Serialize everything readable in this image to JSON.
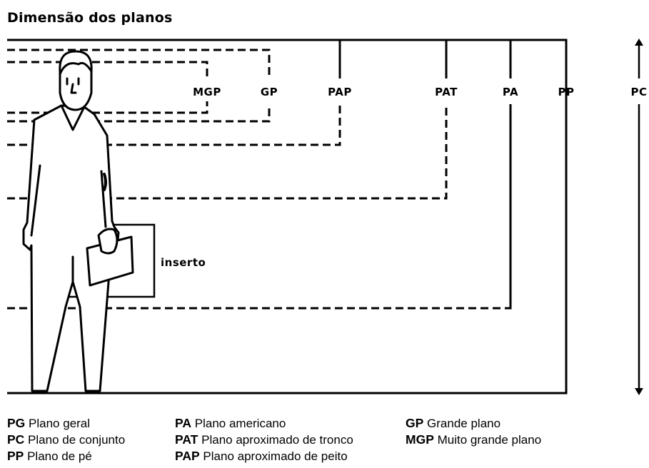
{
  "title": "Dimensão dos planos",
  "shot_labels": {
    "mgp": "MGP",
    "gp": "GP",
    "pap": "PAP",
    "pat": "PAT",
    "pa": "PA",
    "pp": "PP",
    "pc": "PC"
  },
  "insert_label": "inserto",
  "legend": {
    "col1": [
      {
        "abbr": "PG",
        "text": "Plano geral"
      },
      {
        "abbr": "PC",
        "text": "Plano de conjunto"
      },
      {
        "abbr": "PP",
        "text": "Plano de pé"
      }
    ],
    "col2": [
      {
        "abbr": "PA",
        "text": "Plano americano"
      },
      {
        "abbr": "PAT",
        "text": "Plano aproximado de tronco"
      },
      {
        "abbr": "PAP",
        "text": "Plano aproximado de peito"
      }
    ],
    "col3": [
      {
        "abbr": "GP",
        "text": "Grande plano"
      },
      {
        "abbr": "MGP",
        "text": "Muito grande plano"
      }
    ]
  }
}
